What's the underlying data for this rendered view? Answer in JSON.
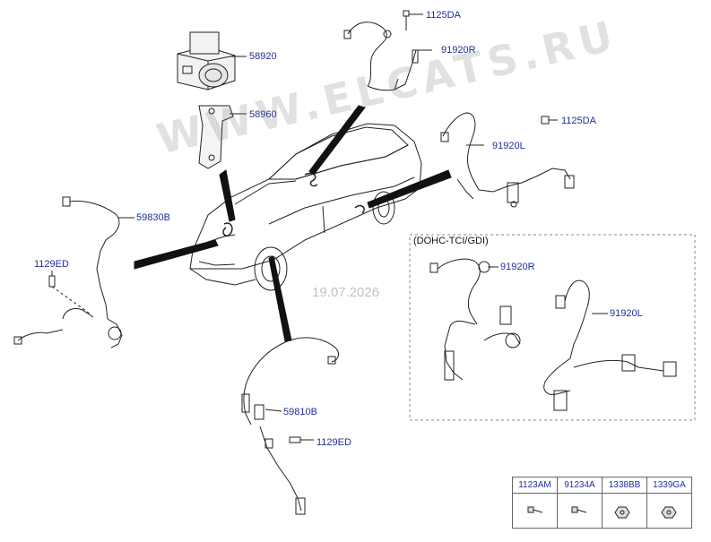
{
  "watermark": "WWW.ELCATS.RU",
  "date_stamp": "19.07.2026",
  "inset": {
    "title": "(DOHC-TCI/GDI)"
  },
  "callouts": {
    "c1125DA_top": "1125DA",
    "c91920R_top": "91920R",
    "c58920": "58920",
    "c58960": "58960",
    "c1125DA_right": "1125DA",
    "c91920L_main": "91920L",
    "c59830B": "59830B",
    "c1129ED_left": "1129ED",
    "c91920R_inset": "91920R",
    "c91920L_inset": "91920L",
    "c59810B": "59810B",
    "c1129ED_bottom": "1129ED"
  },
  "parts_table": {
    "headers": [
      "1123AM",
      "91234A",
      "1338BB",
      "1339GA"
    ],
    "icons": [
      "bolt-icon",
      "bolt-icon",
      "nut-icon",
      "nut-icon"
    ]
  },
  "colors": {
    "callout_text": "#1f2f9a",
    "line": "#222222"
  }
}
